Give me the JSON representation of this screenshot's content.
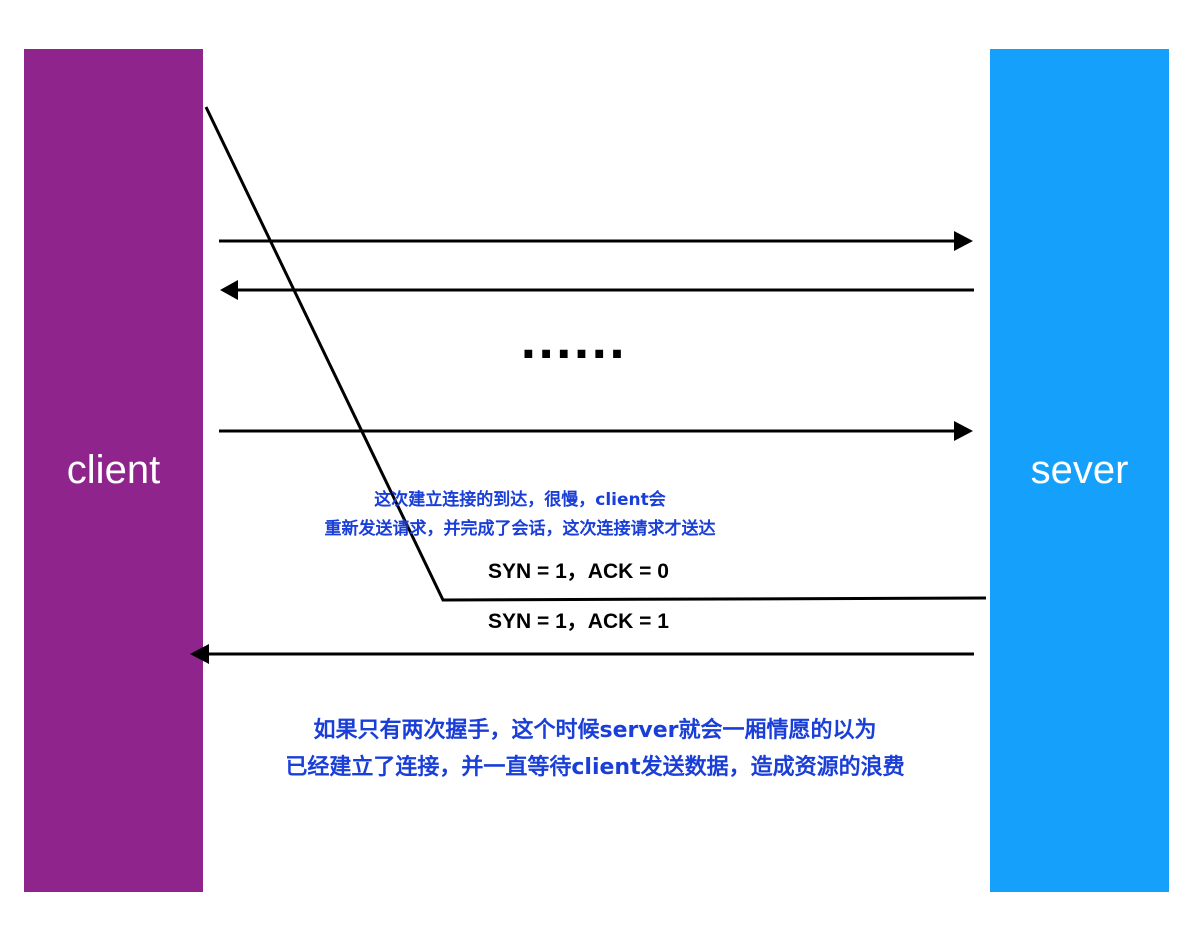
{
  "client_label": "client",
  "server_label": "sever",
  "ellipsis": "......",
  "note_small": {
    "line1": "这次建立连接的到达，很慢，client会",
    "line2": "重新发送请求，并完成了会话，这次连接请求才送达"
  },
  "syn_ack_0": "SYN = 1，ACK = 0",
  "syn_ack_1": "SYN = 1，ACK = 1",
  "note_big": {
    "line1": "如果只有两次握手，这个时候server就会一厢情愿的以为",
    "line2": "已经建立了连接，并一直等待client发送数据，造成资源的浪费"
  },
  "colors": {
    "client": "#8e248c",
    "server": "#14a0fb",
    "note": "#1a3ed8",
    "arrow": "#000000"
  }
}
